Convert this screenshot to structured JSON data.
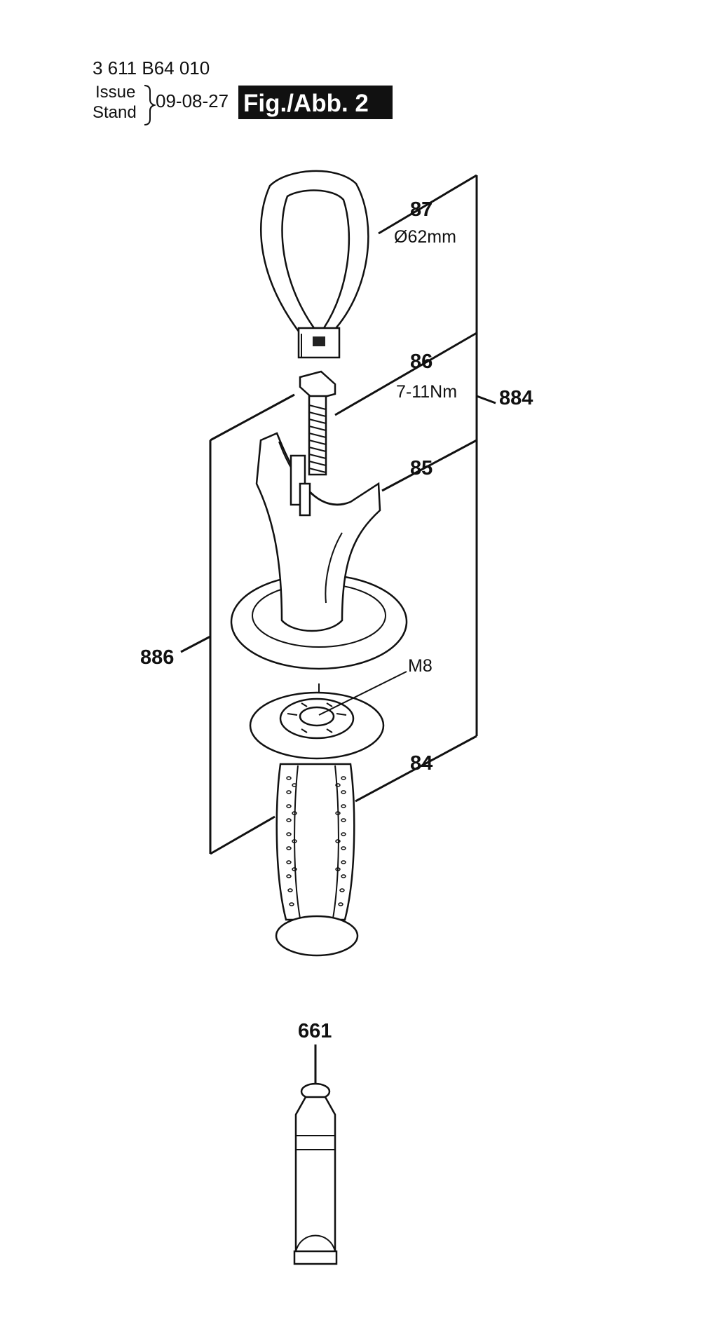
{
  "header": {
    "part_number": "3 611 B64 010",
    "issue_label": "Issue",
    "stand_label": "Stand",
    "date": "09-08-27",
    "figure_label": "Fig./Abb. 2"
  },
  "callouts": {
    "p87": {
      "number": "87",
      "spec": "Ø62mm"
    },
    "p86": {
      "number": "86",
      "spec": "7-11Nm"
    },
    "p884": {
      "number": "884"
    },
    "p85": {
      "number": "85"
    },
    "p886": {
      "number": "886"
    },
    "m8": {
      "spec": "M8"
    },
    "p84": {
      "number": "84"
    },
    "p661": {
      "number": "661"
    }
  }
}
